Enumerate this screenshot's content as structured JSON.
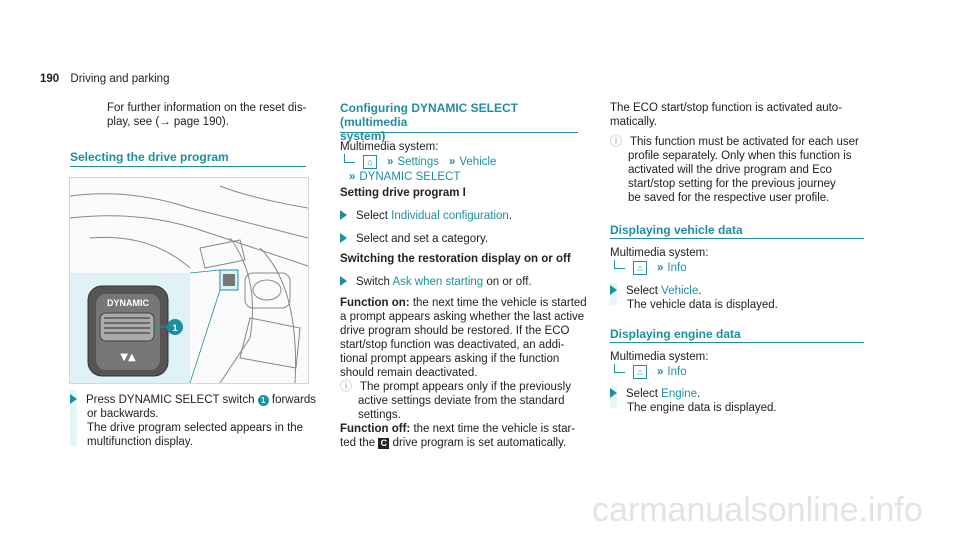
{
  "header": {
    "page_number": "190",
    "section": "Driving and parking"
  },
  "col1": {
    "intro_line1": "For further information on the reset dis-",
    "intro_line2": "play, see (",
    "intro_arrow": "→",
    "intro_page": " page 190).",
    "heading": "Selecting the drive program",
    "figure": {
      "button_label": "DYNAMIC",
      "arrows": "▼▲",
      "badge": "1"
    },
    "step_lines": [
      "Press DYNAMIC SELECT switch ",
      " forwards",
      "or backwards.",
      "The drive program selected appears in the",
      "multifunction display."
    ],
    "badge": "1"
  },
  "col2": {
    "heading_line1": "Configuring DYNAMIC SELECT (multimedia",
    "heading_line2": "system)",
    "ms_label": "Multimedia system:",
    "nav_home": "⌂",
    "nav_settings": "Settings",
    "nav_vehicle": "Vehicle",
    "nav_dynamic": "DYNAMIC SELECT",
    "sub1": "Setting drive program I",
    "s1_pre": "Select ",
    "s1_link": "Individual configuration",
    "s1_post": ".",
    "s2": "Select and set a category.",
    "sub2": "Switching the restoration display on or off",
    "s3_pre": "Switch ",
    "s3_link": "Ask when starting",
    "s3_post": " on or off.",
    "func_on_label": "Function on:",
    "func_on_lines": [
      " the next time the vehicle is started",
      "a prompt appears asking whether the last active",
      "drive program should be restored. If the ECO",
      "start/stop function was deactivated, an addi-",
      "tional prompt appears asking if the function",
      "should remain deactivated."
    ],
    "note_lines": [
      "The prompt appears only if the previously",
      "active settings deviate from the standard",
      "settings."
    ],
    "func_off_label": "Function off:",
    "func_off_lines": [
      " the next time the vehicle is star-",
      "ted the ",
      " drive program is set automatically."
    ],
    "c_icon": "C"
  },
  "col3": {
    "eco_lines": [
      "The ECO start/stop function is activated auto-",
      "matically."
    ],
    "note_lines": [
      "This function must be activated for each user",
      "profile separately. Only when this function is",
      "activated will the drive program and Eco",
      "start/stop setting for the previous journey",
      "be saved for the respective user profile."
    ],
    "h1": "Displaying vehicle data",
    "ms1": "Multimedia system:",
    "home": "⌂",
    "info": "Info",
    "v_pre": "Select ",
    "v_link": "Vehicle",
    "v_post": ".",
    "v_desc": "The vehicle data is displayed.",
    "h2": "Displaying engine data",
    "ms2": "Multimedia system:",
    "e_pre": "Select ",
    "e_link": "Engine",
    "e_post": ".",
    "e_desc": "The engine data is displayed."
  },
  "footer": {
    "watermark": "carmanualsonline.info"
  }
}
